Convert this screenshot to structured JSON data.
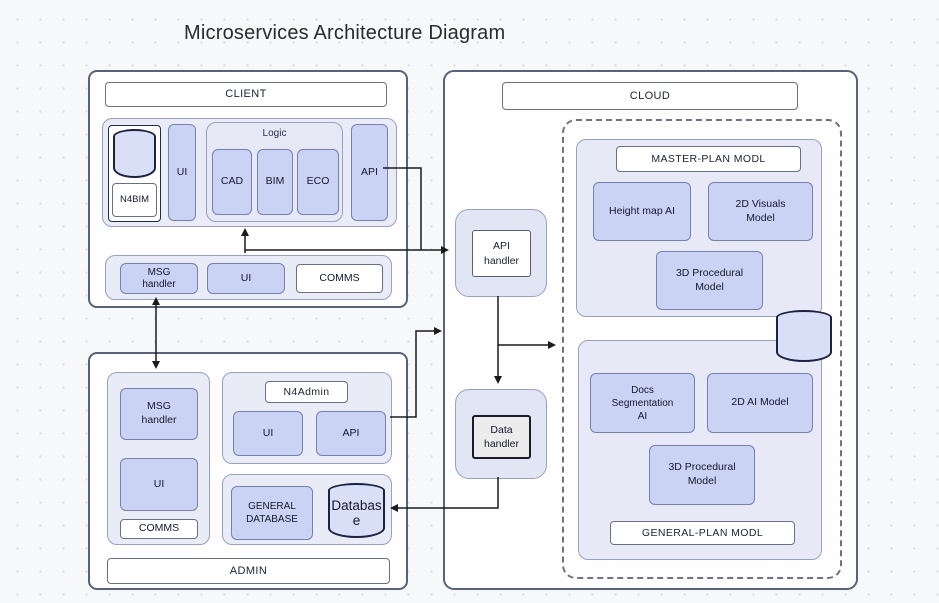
{
  "title": "Microservices Architecture Diagram",
  "colors": {
    "background": "#f7f8f9",
    "container_fill": "#ffffff",
    "container_border": "#5c617b",
    "group_fill": "#e9ebf7",
    "group_border": "#999fc2",
    "node_fill": "#cbd3f5",
    "node_border": "#7780b0",
    "cylinder_fill": "#d9dff7",
    "cylinder_border": "#1c2342",
    "dashed_border": "#6d7287",
    "wire": "#1b1b1b"
  },
  "client": {
    "header": "CLIENT",
    "n4bim": "N4BIM",
    "ui": "UI",
    "api": "API",
    "logic": {
      "title": "Logic",
      "cad": "CAD",
      "bim": "BIM",
      "eco": "ECO"
    },
    "msg_row": {
      "msg": "MSG\nhandler",
      "ui": "UI",
      "comms": "COMMS"
    }
  },
  "admin": {
    "header": "ADMIN",
    "left": {
      "msg": "MSG\nhandler",
      "ui": "UI",
      "comms": "COMMS"
    },
    "n4admin": {
      "header": "N4Admin",
      "ui": "UI",
      "api": "API"
    },
    "data": {
      "general": "GENERAL\nDATABASE",
      "database": "Database"
    }
  },
  "cloud": {
    "header": "CLOUD",
    "api_handler": "API\nhandler",
    "data_handler": "Data\nhandler",
    "master": {
      "header": "MASTER-PLAN MODL",
      "height_map": "Height map AI",
      "visuals_2d": "2D Visuals\nModel",
      "procedural_3d": "3D Procedural\nModel"
    },
    "general": {
      "docs_seg": "Docs\nSegmentation\nAI",
      "ai_2d": "2D AI Model",
      "procedural_3d": "3D Procedural\nModel",
      "footer": "GENERAL-PLAN MODL"
    }
  }
}
